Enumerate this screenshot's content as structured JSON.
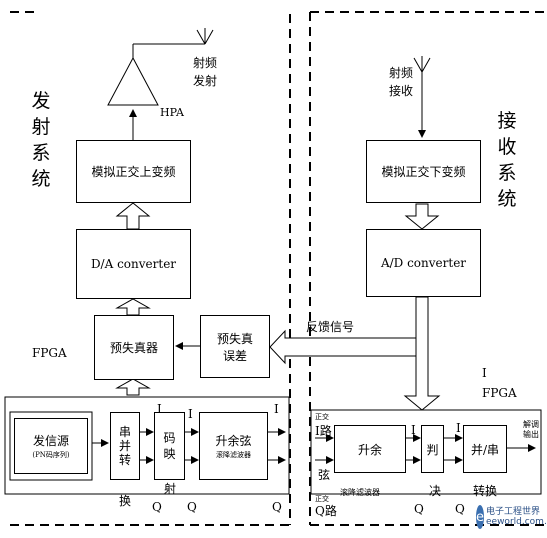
{
  "tx": {
    "system_title": "发射系统",
    "antenna_label": "射频\n发射",
    "hpa": "HPA",
    "upconv": "模拟正交上变频",
    "dac": "D/A converter",
    "predist": "预失真器",
    "error": "预失真\n误差",
    "fpga": "FPGA",
    "source": "发信源",
    "source_sub": "(PN码序列)",
    "sp_conv": "串\n并\n转",
    "sp_conv_bottom": "换",
    "mapper": "码\n映",
    "mapper_bottom": "射",
    "rrc": "升余弦",
    "rrc_sub": "滚降滤波器",
    "i_labels": [
      "I",
      "I"
    ],
    "q_labels": [
      "Q",
      "Q",
      "Q"
    ]
  },
  "rx": {
    "system_title": "接收系统",
    "antenna_label": "射频\n接收",
    "downconv": "模拟正交下变频",
    "adc": "A/D converter",
    "feedback": "反馈信号",
    "fpga": "FPGA",
    "fpga_marker": "I",
    "i_path": "I路",
    "i_path_prefix": "正交",
    "q_path": "Q路",
    "q_path_prefix": "正交",
    "xian": "弦",
    "rrc": "升余",
    "rrc_sub": "滚降滤波器",
    "decision": "判",
    "decision_bottom": "决",
    "ps_conv": "并/串",
    "ps_conv_bottom": "转换",
    "output": "解调\n输出",
    "i_labels": [
      "I",
      "I"
    ],
    "q_labels": [
      "Q",
      "Q"
    ]
  },
  "watermark": {
    "logo": "e",
    "line1": "电子工程世界",
    "line2": "eeworld.com.cn"
  }
}
